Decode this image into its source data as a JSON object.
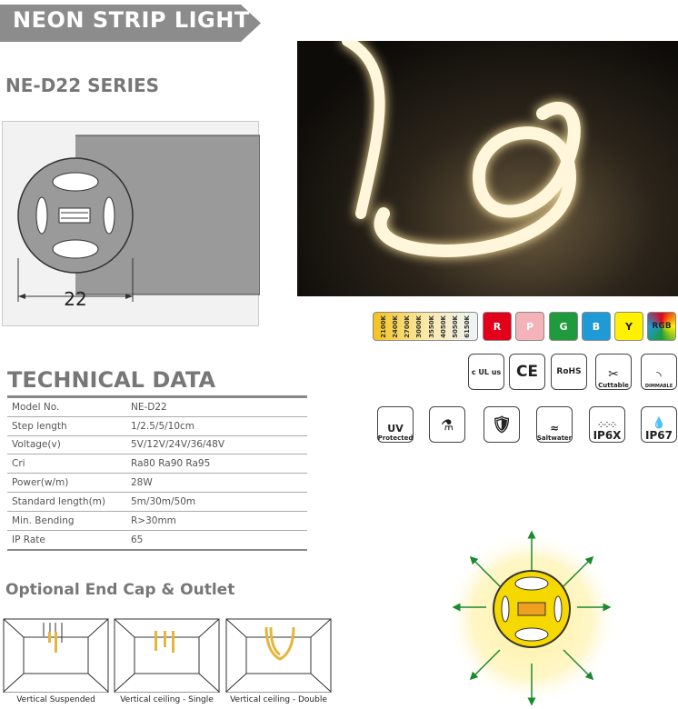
{
  "header": {
    "title": "NEON STRIP LIGHT",
    "series": "NE-D22 SERIES",
    "banner_color": "#8c8c8c"
  },
  "drawing": {
    "dimension": "22"
  },
  "color_options": {
    "cct": [
      "2100K",
      "2400K",
      "2700K",
      "3000K",
      "3550K",
      "4050K",
      "5050K",
      "6150K"
    ],
    "chips": [
      {
        "label": "R",
        "color": "#e3001b"
      },
      {
        "label": "P",
        "color": "#f4b3b8"
      },
      {
        "label": "G",
        "color": "#1f9a3c"
      },
      {
        "label": "B",
        "color": "#1e9ad6"
      },
      {
        "label": "Y",
        "color": "#fff200"
      },
      {
        "label": "RGB",
        "color": "#ffffff"
      }
    ]
  },
  "certifications": [
    {
      "name": "ul-icon",
      "label": "c UL us"
    },
    {
      "name": "ce-icon",
      "label": "CE"
    },
    {
      "name": "rohs-icon",
      "label": "RoHS"
    },
    {
      "name": "cuttable-icon",
      "label": "Cuttable"
    },
    {
      "name": "dimmable-icon",
      "label": "DIMMABLE"
    }
  ],
  "features": [
    {
      "name": "uv-protected-icon",
      "label": "Protected",
      "sub": "UV"
    },
    {
      "name": "chemical-resistant-icon",
      "label": ""
    },
    {
      "name": "fire-resistant-icon",
      "label": ""
    },
    {
      "name": "saltwater-icon",
      "label": "Saltwater"
    },
    {
      "name": "ip6x-icon",
      "label": "IP6X"
    },
    {
      "name": "ip67-icon",
      "label": "IP67"
    }
  ],
  "technical": {
    "title": "TECHNICAL DATA",
    "rows": [
      {
        "k": "Model No.",
        "v": "NE-D22"
      },
      {
        "k": "Step length",
        "v": "1/2.5/5/10cm"
      },
      {
        "k": "Voltage(v)",
        "v": "5V/12V/24V/36/48V"
      },
      {
        "k": "Cri",
        "v": "Ra80 Ra90 Ra95"
      },
      {
        "k": "Power(w/m)",
        "v": "28W"
      },
      {
        "k": "Standard length(m)",
        "v": "5m/30m/50m"
      },
      {
        "k": "Min. Bending",
        "v": "R>30mm"
      },
      {
        "k": "IP Rate",
        "v": "65"
      }
    ]
  },
  "endcap": {
    "title": "Optional End Cap & Outlet",
    "options": [
      "Vertical Suspended",
      "Vertical ceiling - Single",
      "Vertical ceiling - Double"
    ]
  }
}
